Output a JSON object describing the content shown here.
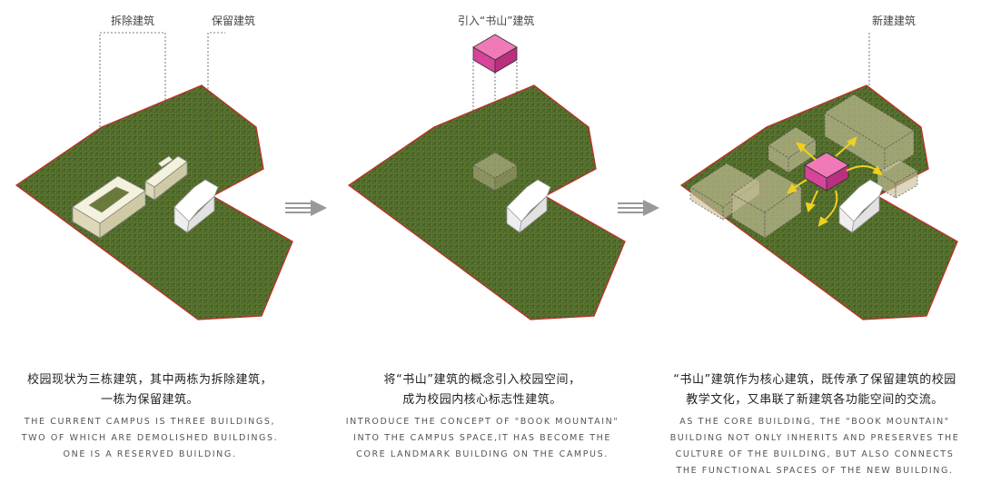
{
  "panels": [
    {
      "labels": [
        "拆除建筑",
        "保留建筑"
      ],
      "caption_zh": [
        "校园现状为三栋建筑，其中两栋为拆除建筑，",
        "一栋为保留建筑。"
      ],
      "caption_en": [
        "The current campus is three buildings,",
        "two of which are demolished buildings.",
        "One is a reserved building."
      ]
    },
    {
      "labels": [
        "引入“书山”建筑"
      ],
      "caption_zh": [
        "将“书山”建筑的概念引入校园空间，",
        "成为校园内核心标志性建筑。"
      ],
      "caption_en": [
        "Introduce the concept of \"Book Mountain\"",
        "into the campus space,It has become the",
        "core landmark building on the campus."
      ]
    },
    {
      "labels": [
        "新建建筑"
      ],
      "caption_zh": [
        "“书山”建筑作为核心建筑，既传承了保留建筑的校园",
        "教学文化，又串联了新建筑各功能空间的交流。"
      ],
      "caption_en": [
        "As the core building, the \"Book Mountain\"",
        "building not only inherits and preserves the",
        "culture of the building, but also connects",
        "the functional spaces of the new building."
      ]
    }
  ],
  "colors": {
    "grass": "#4f6a2a",
    "outline": "#c0302a",
    "book_mountain": "#e0509a",
    "ghost": "#c8c09a",
    "arrow": "#f0d020"
  },
  "icons": {
    "step_arrow": "triple-arrow-icon"
  }
}
